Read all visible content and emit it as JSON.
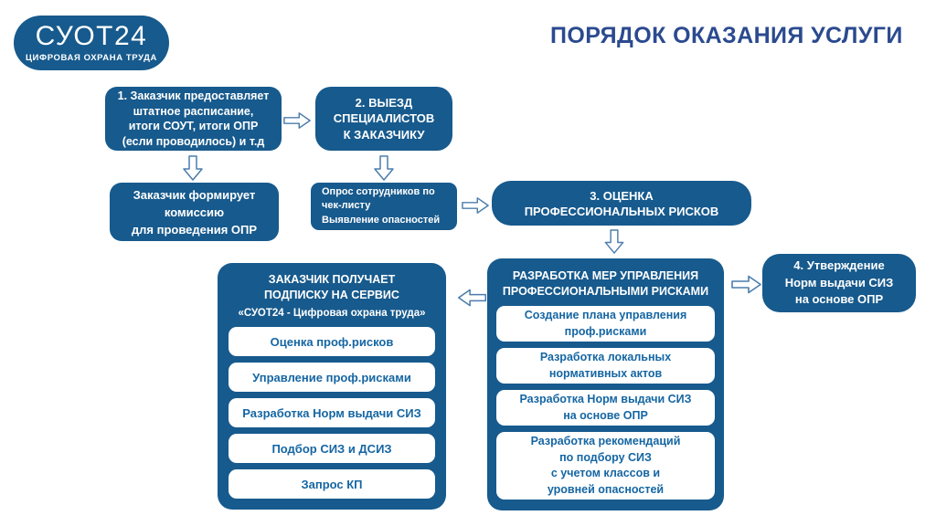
{
  "colors": {
    "box_fill": "#175A8D",
    "title_color": "#2B4A8F",
    "subbox_text": "#1566A3",
    "arrow_stroke": "#4B7DAD"
  },
  "logo": {
    "title": "СУОТ24",
    "subtitle": "ЦИФРОВАЯ ОХРАНА ТРУДА"
  },
  "page_title": "ПОРЯДОК ОКАЗАНИЯ УСЛУГИ",
  "steps": {
    "step1": "1. Заказчик предоставляет\nштатное расписание,\nитоги СОУТ, итоги ОПР\n(если проводилось) и т.д",
    "step2": "2. ВЫЕЗД\nСПЕЦИАЛИСТОВ\nК ЗАКАЗЧИКУ",
    "commission": "Заказчик формирует\nкомиссию\nдля проведения ОПР",
    "survey": "Опрос сотрудников по\nчек-листу\n Выявление опасностей",
    "step3": "3. ОЦЕНКА\nПРОФЕССИОНАЛЬНЫХ РИСКОВ",
    "step4": "4. Утверждение\nНорм выдачи СИЗ\nна основе ОПР"
  },
  "subscription_panel": {
    "title": "ЗАКАЗЧИК ПОЛУЧАЕТ\nПОДПИСКУ НА СЕРВИС",
    "subtitle": "«СУОТ24 - Цифровая охрана труда»",
    "items": [
      "Оценка проф.рисков",
      "Управление проф.рисками",
      "Разработка Норм выдачи СИЗ",
      "Подбор СИЗ и ДСИЗ",
      "Запрос КП"
    ]
  },
  "measures_panel": {
    "title": "РАЗРАБОТКА МЕР УПРАВЛЕНИЯ\nПРОФЕССИОНАЛЬНЫМИ РИСКАМИ",
    "items": [
      "Создание плана управления\nпроф.рисками",
      "Разработка локальных\nнормативных актов",
      "Разработка Норм выдачи СИЗ\nна основе ОПР",
      "Разработка рекомендаций\nпо подбору СИЗ\nс учетом классов и\nуровней опасностей"
    ]
  }
}
